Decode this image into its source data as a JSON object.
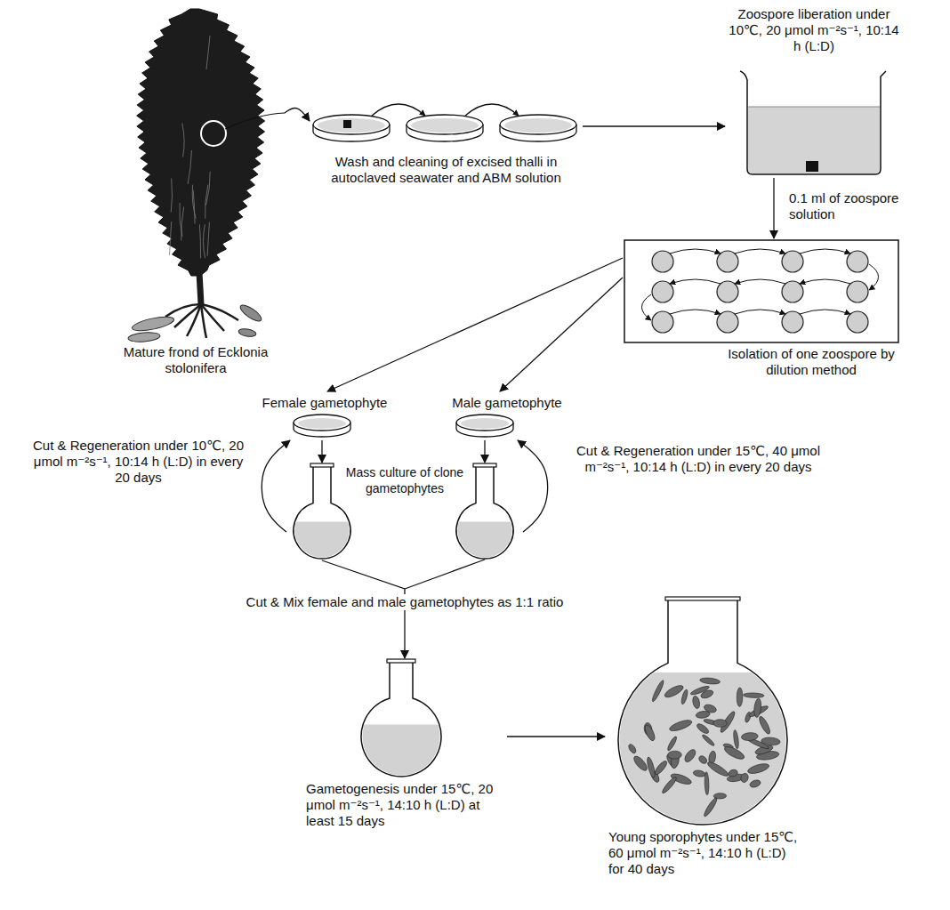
{
  "diagram": {
    "nodes": [
      {
        "text": [
          "Mature frond of Ecklonia stolonifera"
        ]
      },
      {
        "text": [
          "Wash and cleaning of excised thalli in autoclaved seawater and ABM solution"
        ]
      },
      {
        "text": [
          "Zoospore liberation under 10℃, 20 μmol m⁻²s⁻¹, 10:14 h (L:D)"
        ]
      },
      {
        "text": [
          "Isolation of one zoospore by dilution method"
        ]
      },
      {
        "text": [
          "Female gametophyte"
        ]
      },
      {
        "text": [
          "Male gametophyte"
        ]
      },
      {
        "text": [
          "Mass culture of clone gametophytes"
        ]
      },
      {
        "text": [
          "Gametogenesis under 15℃, 20 μmol m⁻²s⁻¹, 14:10 h (L:D) at least 15 days"
        ]
      },
      {
        "text": [
          "Young sporophytes under 15℃, 60 μmol m⁻²s⁻¹, 14:10 h (L:D) for 40 days"
        ]
      }
    ],
    "edges": [
      {
        "from": 0,
        "to": 1,
        "arrow": "to"
      },
      {
        "from": 1,
        "to": 2,
        "arrow": "to"
      },
      {
        "from": 2,
        "to": 3,
        "arrow": "to",
        "label": "0.1 ml of zoospore solution"
      },
      {
        "from": 3,
        "to": 4,
        "arrow": "to"
      },
      {
        "from": 3,
        "to": 5,
        "arrow": "to"
      },
      {
        "from": 4,
        "to": 6,
        "arrow": "to"
      },
      {
        "from": 5,
        "to": 6,
        "arrow": "to"
      },
      {
        "from": 6,
        "to": 4,
        "arrow": "to",
        "label": "Cut & Regeneration under 10℃, 20 μmol m⁻²s⁻¹, 10:14 h (L:D) in every 20 days"
      },
      {
        "from": 6,
        "to": 5,
        "arrow": "to",
        "label": "Cut & Regeneration under 15℃, 40 μmol m⁻²s⁻¹, 10:14 h (L:D) in every 20 days"
      },
      {
        "from": 6,
        "to": 7,
        "arrow": "to",
        "label": "Cut & Mix female and male gametophytes as 1:1 ratio"
      },
      {
        "from": 7,
        "to": 8,
        "arrow": "to"
      }
    ]
  }
}
